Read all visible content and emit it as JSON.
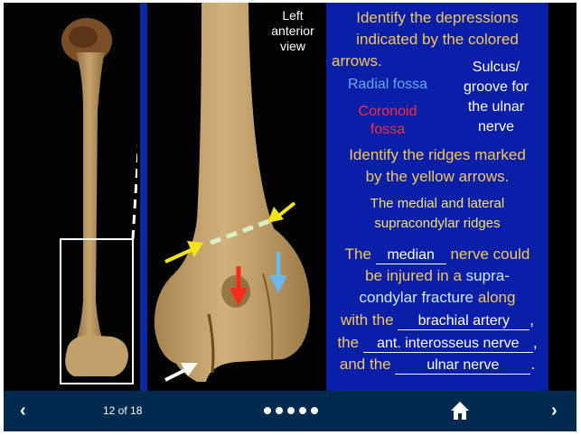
{
  "slide": {
    "view_label": "Left anterior view",
    "view_label_lines": [
      "Left",
      "anterior",
      "view"
    ],
    "text_panel": {
      "question1": [
        "Identify the depressions",
        "indicated by the colored",
        "arrows."
      ],
      "answers1": {
        "radial": "Radial fossa",
        "coronoid": [
          "Coronoid",
          "fossa"
        ],
        "sulcus": [
          "Sulcus/",
          "groove for",
          "the ulnar",
          "nerve"
        ]
      },
      "question2": [
        "Identify the ridges marked",
        "by the yellow arrows."
      ],
      "answer2": [
        "The medial and lateral",
        "supracondylar ridges"
      ],
      "fill": {
        "the": "The",
        "blank1": "median",
        "nerve_could": "nerve could",
        "be_injured": "be injured in a",
        "supra": "supra-",
        "condylar": "condylar fracture",
        "along": "along",
        "with_the": "with the",
        "blank2": "brachial artery",
        "comma": ",",
        "the2": "the",
        "blank3": "ant. interosseus nerve",
        "and_the": "and the",
        "blank4": "ulnar nerve",
        "period": "."
      }
    },
    "arrows": {
      "yellow": "#f5e31a",
      "red": "#ff2a1a",
      "blue": "#6ab8ee",
      "white": "#ffffff",
      "dash": "#d8f0c8"
    }
  },
  "navbar": {
    "prev_icon": "‹",
    "next_icon": "›",
    "page_indicator": "12 of 18",
    "dots_count": 5
  }
}
